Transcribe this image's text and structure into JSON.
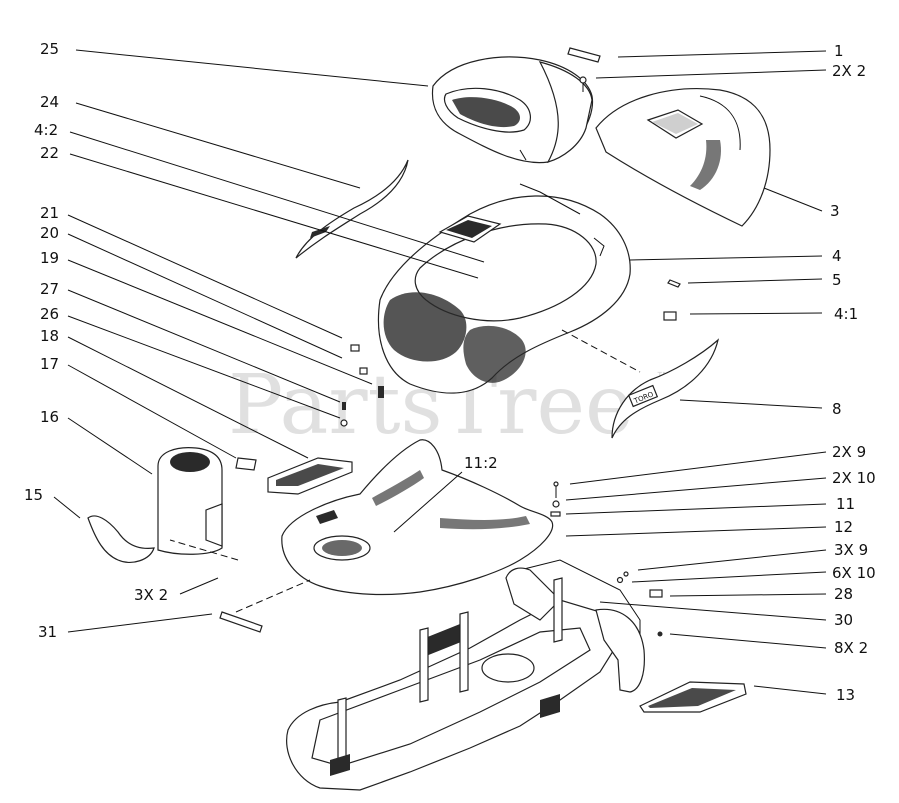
{
  "watermark": {
    "text": "PartsTree",
    "mark": "™"
  },
  "callouts": {
    "l25": "25",
    "l24": "24",
    "l4_2": "4:2",
    "l22": "22",
    "l21": "21",
    "l20": "20",
    "l19": "19",
    "l27": "27",
    "l26": "26",
    "l18": "18",
    "l17": "17",
    "l16": "16",
    "l15": "15",
    "l3x2": "3X 2",
    "l31": "31",
    "l11_2": "11:2",
    "r1": "1",
    "r2x2": "2X 2",
    "r3": "3",
    "r4": "4",
    "r5": "5",
    "r4_1": "4:1",
    "r8": "8",
    "r2x9": "2X 9",
    "r2x10": "2X 10",
    "r11": "11",
    "r12": "12",
    "r3x9": "3X 9",
    "r6x10": "6X 10",
    "r28": "28",
    "r30": "30",
    "r8x2": "8X 2",
    "r13": "13"
  },
  "emblem_text": "TORO"
}
